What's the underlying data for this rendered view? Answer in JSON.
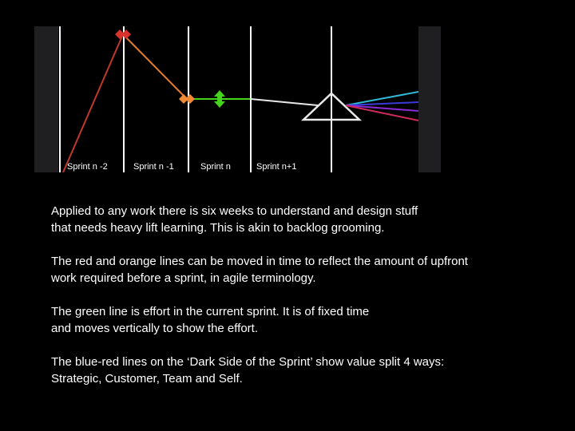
{
  "diagram": {
    "sprint_labels": [
      "Sprint n -2",
      "Sprint n -1",
      "Sprint n",
      "Sprint n+1"
    ],
    "colors": {
      "red": "#c0392b",
      "orange": "#e07b2e",
      "green": "#44d41c",
      "white": "#e8e8e8",
      "cyan": "#2fb9d6",
      "blue": "#3a3ad8",
      "purple": "#8a2bd8",
      "crimson": "#d12a5a"
    }
  },
  "notes": [
    {
      "lines": [
        "Applied to any work there is six weeks to understand and design stuff",
        "that needs heavy lift learning. This is akin to backlog grooming."
      ]
    },
    {
      "lines": [
        "The red and orange lines can be moved in time to reflect the amount of upfront",
        "work required before a sprint, in agile terminology."
      ]
    },
    {
      "lines": [
        "The green line is effort in the current sprint. It is of fixed time",
        "and moves vertically to show the effort."
      ]
    },
    {
      "lines": [
        "The blue-red lines on the ‘Dark Side of the Sprint’ show value split 4 ways:",
        "Strategic, Customer, Team and Self."
      ]
    }
  ]
}
